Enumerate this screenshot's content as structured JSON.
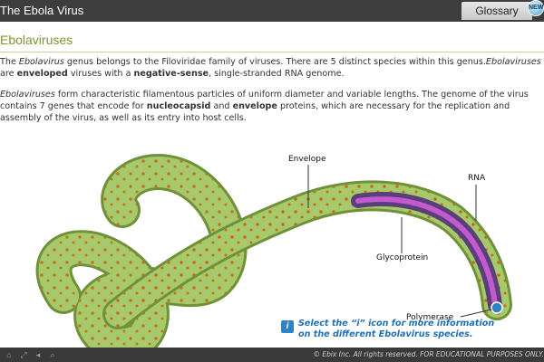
{
  "header": {
    "title": "The Ebola Virus",
    "glossary_label": "Glossary",
    "new_badge": "NEW"
  },
  "main": {
    "section_title": "Ebolaviruses",
    "para1": {
      "s1": "The ",
      "s2": "Ebolavirus",
      "s3": " genus belongs to the Filoviridae family of viruses. There are 5 distinct species within this genus.",
      "s4": "Ebolaviruses",
      "s5": " are ",
      "s6": "enveloped",
      "s7": " viruses with a ",
      "s8": "negative-sense",
      "s9": ", single-stranded RNA genome."
    },
    "para2": {
      "s1": "Ebolaviruses",
      "s2": " form characteristic filamentous particles of uniform diameter and variable lengths. The genome of the virus contains 7 genes that encode for ",
      "s3": "nucleocapsid",
      "s4": " and ",
      "s5": "envelope",
      "s6": " proteins, which are necessary for the replication and assembly of the virus, as well as its entry into host cells."
    }
  },
  "figure": {
    "labels": {
      "envelope": "Envelope",
      "rna": "RNA",
      "glycoprotein": "Glycoprotein",
      "polymerase": "Polymerase"
    }
  },
  "info_note": {
    "icon": "i",
    "line1": "Select the “i” icon for more information",
    "line2": "on the different Ebolavirus species."
  },
  "footer": {
    "copyright": "© Ebix Inc. All rights reserved. FOR EDUCATIONAL PURPOSES ONLY."
  },
  "colors": {
    "accent": "#7a9631",
    "virus_body": "#9cc260",
    "info_blue": "#1f6fb5"
  }
}
